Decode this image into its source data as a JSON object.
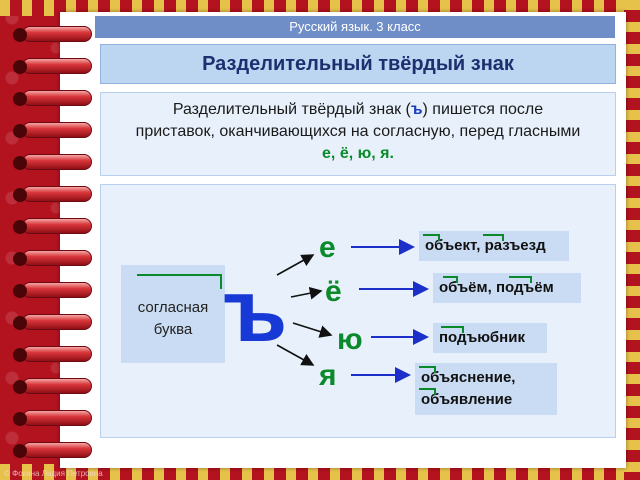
{
  "header": {
    "subtitle": "Русский язык. 3 класс",
    "title": "Разделительный твёрдый знак"
  },
  "rule": {
    "line1": "Разделительный твёрдый знак (",
    "sign": "ъ",
    "line1_end": ") пишется после",
    "line2": "приставок, оканчивающихся на согласную, перед гласными",
    "vowels": "е, ё, ю, я."
  },
  "diagram": {
    "consonant_label_1": "согласная",
    "consonant_label_2": "буква",
    "hard_sign": "ъ",
    "vowels": [
      "е",
      "ё",
      "ю",
      "я"
    ],
    "examples": [
      [
        "объект, разъезд"
      ],
      [
        "объём, подъём"
      ],
      [
        "подъюбник"
      ],
      [
        "объяснение,",
        "объявление"
      ]
    ]
  },
  "footer": {
    "watermark": "© Фокина Лидия Петровна"
  },
  "colors": {
    "border_red": "#b3121f",
    "title_bar": "#6f8ec7",
    "heading_bg": "#bcd5f0",
    "panel_bg": "#e8f1fb",
    "vowel_green": "#0a8a2a",
    "hard_sign_blue": "#1739d6",
    "arrow_blue": "#1c2fc8"
  }
}
